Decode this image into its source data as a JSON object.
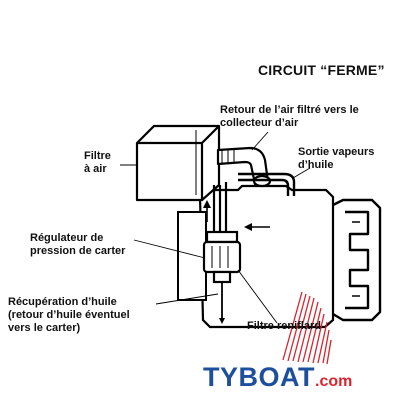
{
  "diagram": {
    "title": "CIRCUIT “FERME”",
    "labels": {
      "retour_line1": "Retour de l’air filtré vers le",
      "retour_line2": "collecteur d’air",
      "filtre_air_line1": "Filtre",
      "filtre_air_line2": "à air",
      "sortie_line1": "Sortie vapeurs",
      "sortie_line2": "d’huile",
      "regulateur_line1": "Régulateur de",
      "regulateur_line2": "pression de carter",
      "recuperation_line1": "Récupération d’huile",
      "recuperation_line2": "(retour d’huile éventuel",
      "recuperation_line3": "vers le carter)",
      "filtre_reniflard": "Filtre reniflard"
    }
  },
  "watermark": {
    "brand_main": "TYBOAT",
    "brand_suffix": ".com",
    "colors": {
      "blue": "#1e4f9c",
      "red": "#d9232d"
    }
  }
}
